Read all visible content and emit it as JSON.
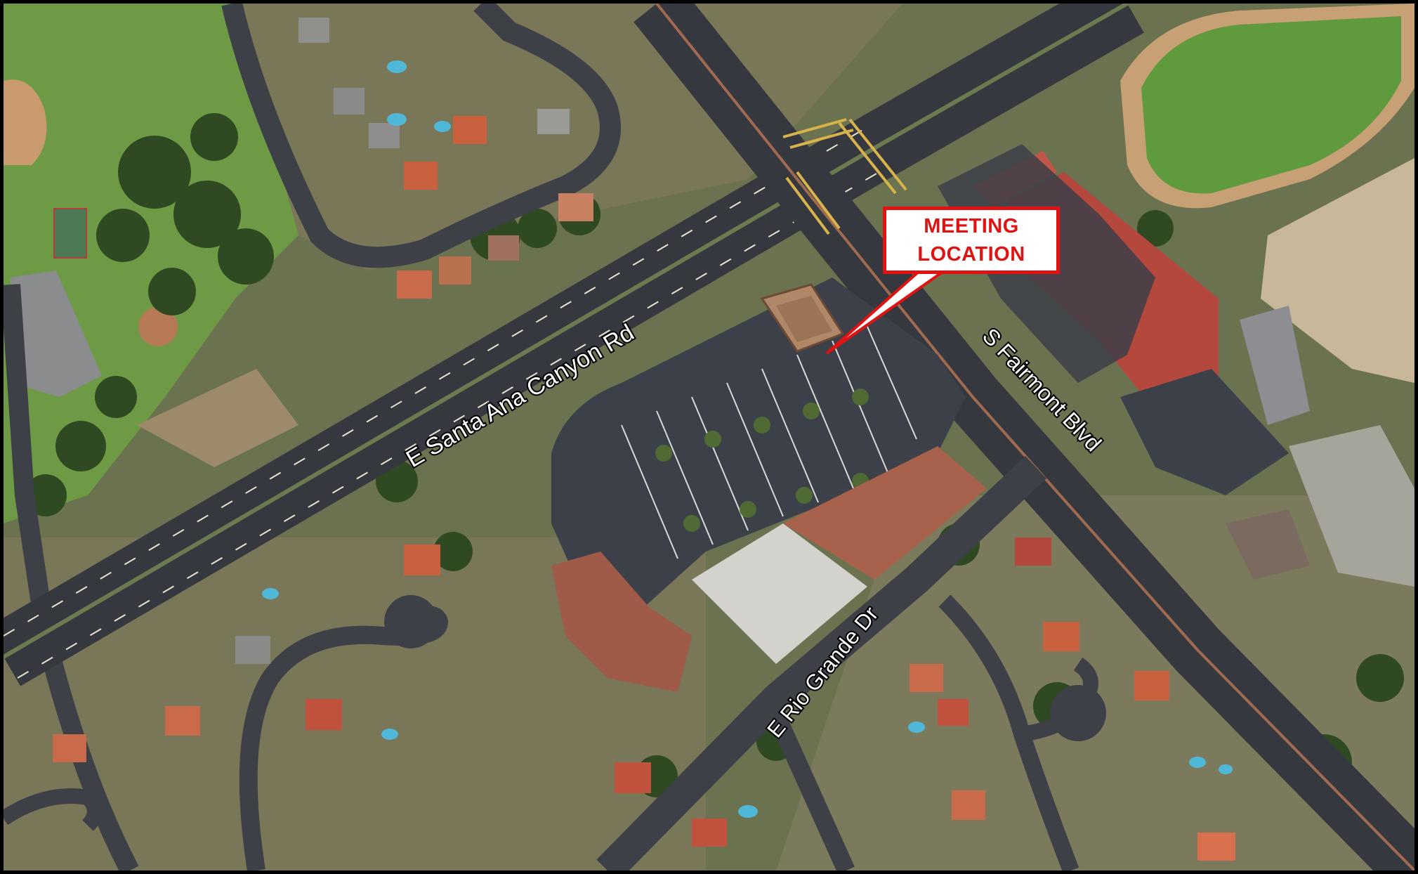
{
  "map": {
    "type": "satellite-aerial",
    "colors": {
      "road": "#3d4046",
      "lane_marking": "#e9e4d2",
      "park_grass": "#6f9a45",
      "tree": "#2f4a22",
      "residential": "#7d7a5f",
      "roof_red": "#b5483c",
      "roof_tan": "#c08b6a",
      "parking_lot": "#3c4048",
      "callout": "#e01212",
      "label_fill": "#ffffff",
      "label_stroke": "#000000"
    }
  },
  "roads": {
    "santa_ana": "E Santa Ana Canyon Rd",
    "fairmont": "S Fairmont Blvd",
    "rio_grande": "E Rio Grande Dr"
  },
  "callout": {
    "line1": "MEETING",
    "line2": "LOCATION"
  }
}
